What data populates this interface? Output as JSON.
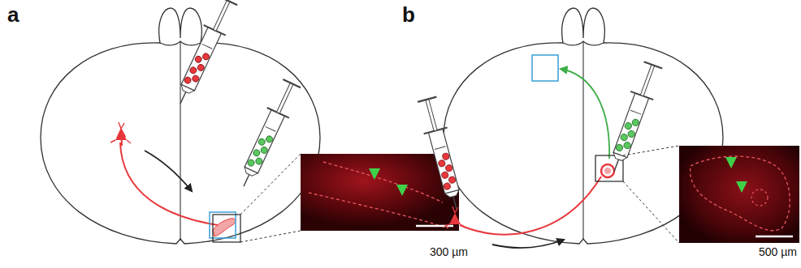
{
  "diagram": {
    "labels": [
      "a",
      "300 µm",
      "b",
      "500 µm"
    ]
  }
}
